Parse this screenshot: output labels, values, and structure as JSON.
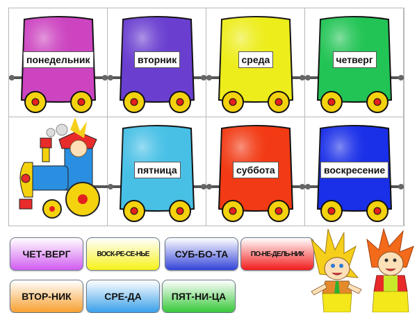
{
  "wagons": [
    {
      "label": "понедельник",
      "color": "#cc44c0",
      "row": 0,
      "col": 0
    },
    {
      "label": "вторник",
      "color": "#6a3fd0",
      "row": 0,
      "col": 1
    },
    {
      "label": "среда",
      "color": "#eded1c",
      "row": 0,
      "col": 2
    },
    {
      "label": "четверг",
      "color": "#22c455",
      "row": 0,
      "col": 3
    },
    {
      "label": "пятница",
      "color": "#48c0e6",
      "row": 1,
      "col": 1
    },
    {
      "label": "суббота",
      "color": "#f23a14",
      "row": 1,
      "col": 2
    },
    {
      "label": "воскресение",
      "color": "#1a2fe8",
      "row": 1,
      "col": 3
    }
  ],
  "locomotive": {
    "name": "locomotive-with-character",
    "body_color": "#2a8fe0",
    "roof_color": "#e82b2b"
  },
  "buttons": [
    {
      "label": "ЧЕТ-ВЕРГ",
      "top": "#ffffff",
      "bottom": "#d15cf0",
      "small": false
    },
    {
      "label": "ВОСК-РЕ-СЕ-НЬЕ",
      "top": "#ffffff",
      "bottom": "#f6f21a",
      "small": true
    },
    {
      "label": "СУБ-БО-ТА",
      "top": "#ffffff",
      "bottom": "#3444d8",
      "small": false
    },
    {
      "label": "ПО-НЕ-ДЕЛЬ-НИК",
      "top": "#ffffff",
      "bottom": "#f21c1c",
      "small": true
    },
    {
      "label": "ВТОР-НИК",
      "top": "#ffffff",
      "bottom": "#f7a030",
      "small": false
    },
    {
      "label": "СРЕ-ДА",
      "top": "#ffffff",
      "bottom": "#3aa0ea",
      "small": false
    },
    {
      "label": "ПЯТ-НИ-ЦА",
      "top": "#ffffff",
      "bottom": "#38c83a",
      "small": false
    }
  ],
  "characters": [
    "character-yellow-hair",
    "character-orange-hair"
  ]
}
